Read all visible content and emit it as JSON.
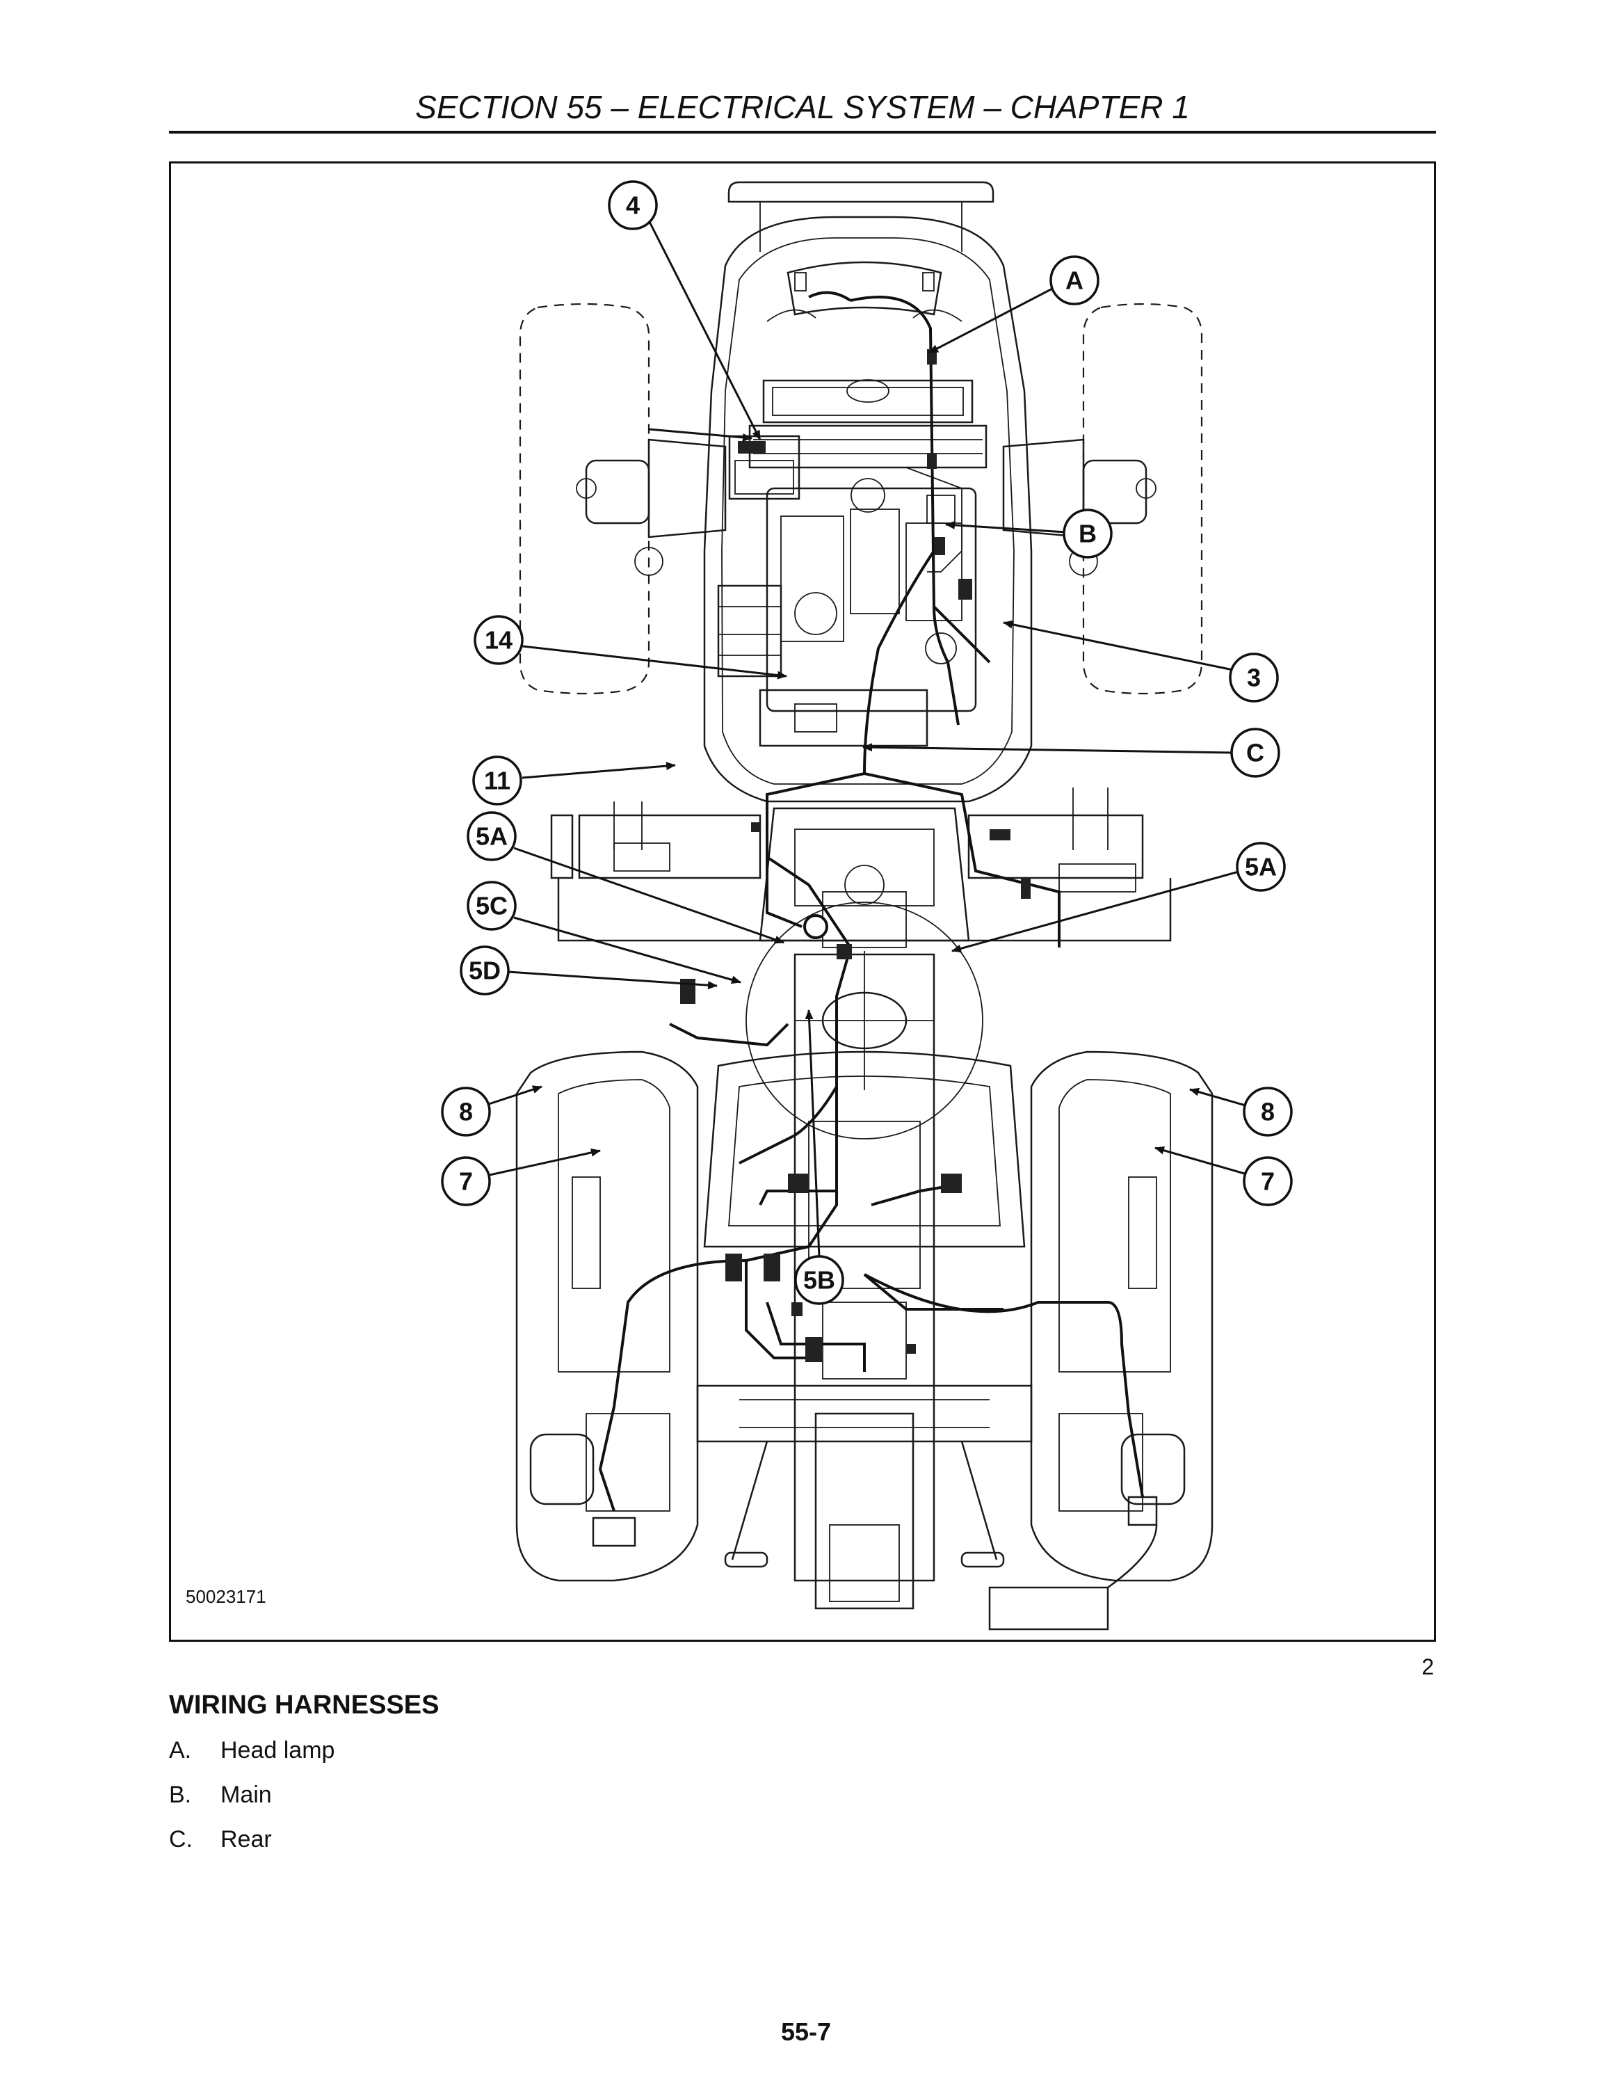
{
  "header": {
    "title": "SECTION 55 – ELECTRICAL SYSTEM – CHAPTER 1"
  },
  "figure": {
    "drawing_number": "50023171",
    "figure_number": "2",
    "callouts": {
      "c4": "4",
      "cA": "A",
      "cB": "B",
      "c14": "14",
      "c3": "3",
      "c11": "11",
      "cC": "C",
      "c5A_left": "5A",
      "c5A_right": "5A",
      "c5C": "5C",
      "c5D": "5D",
      "c8_left": "8",
      "c8_right": "8",
      "c7_left": "7",
      "c7_right": "7",
      "c5B": "5B"
    }
  },
  "section_heading": "WIRING HARNESSES",
  "legend": [
    {
      "key": "A.",
      "label": "Head lamp"
    },
    {
      "key": "B.",
      "label": "Main"
    },
    {
      "key": "C.",
      "label": "Rear"
    }
  ],
  "page_number": "55-7"
}
